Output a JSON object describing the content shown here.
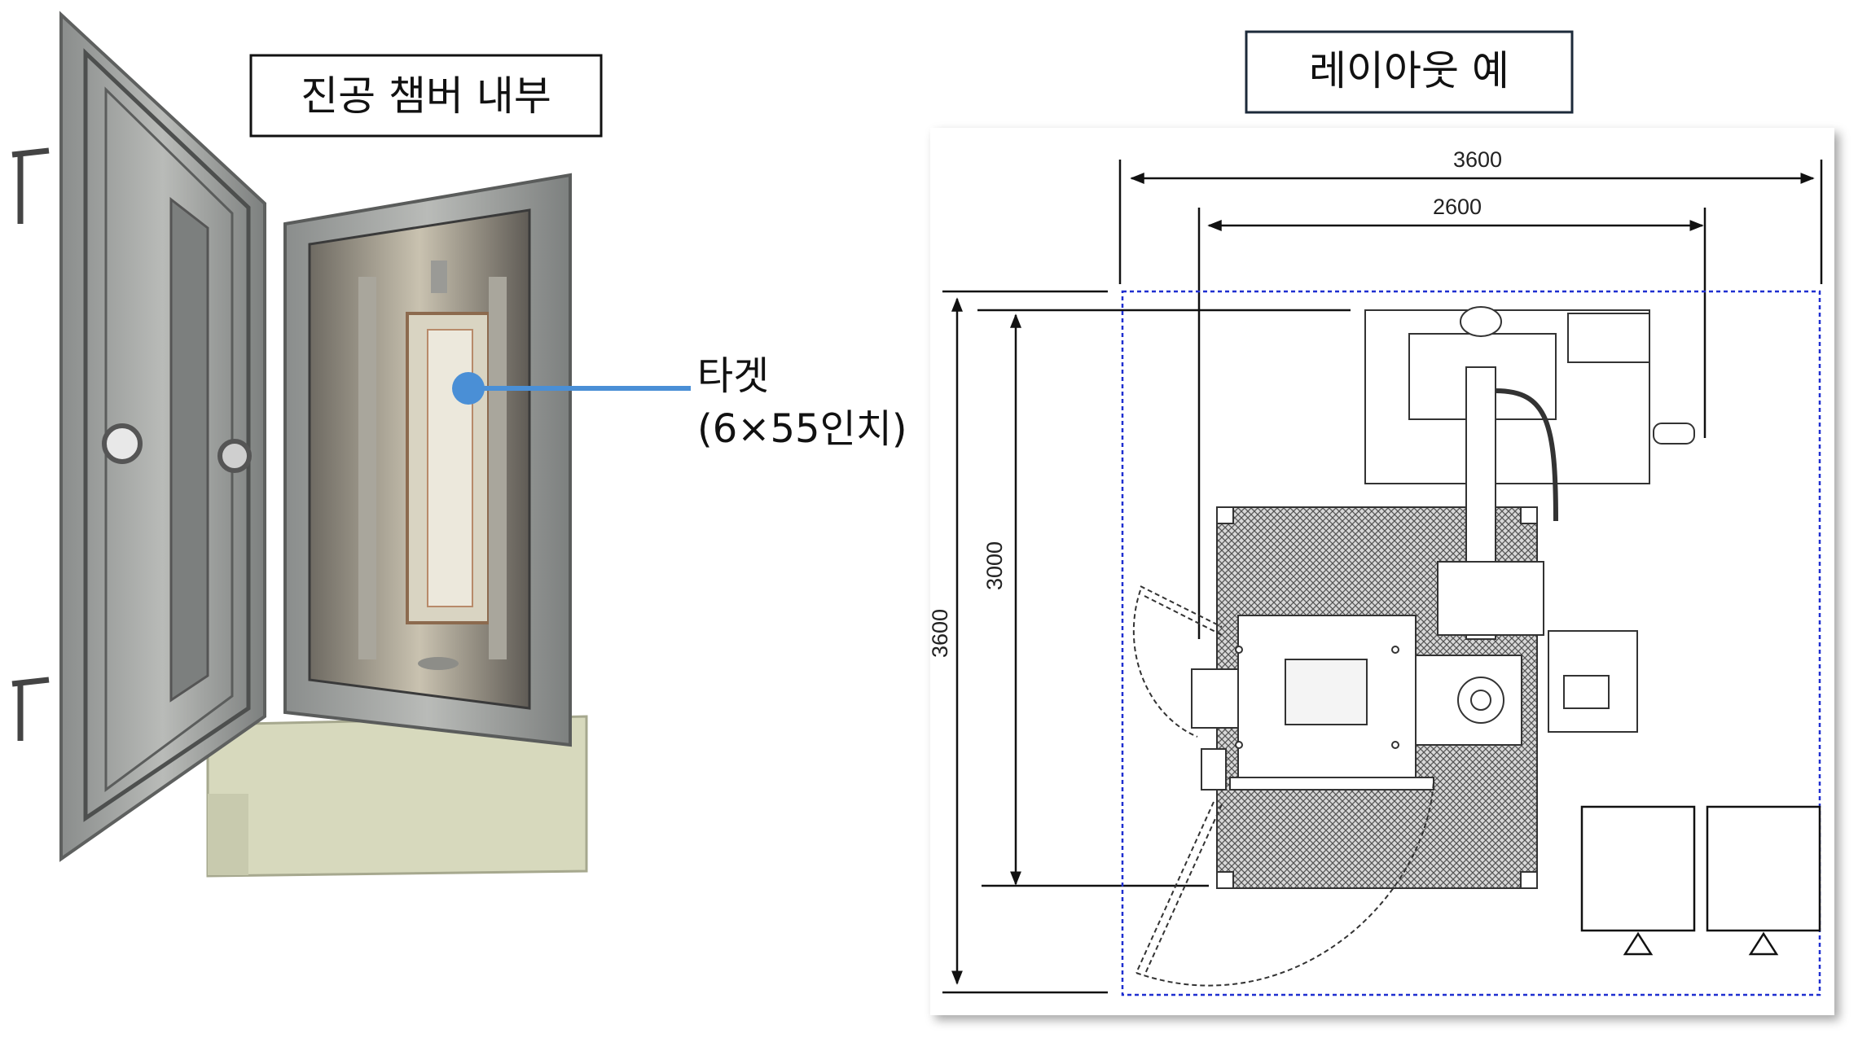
{
  "left_panel": {
    "title": "진공 챔버 내부",
    "callout_line1": "타겟",
    "callout_line2": "(6×55인치)",
    "callout_color": "#4a8fd6"
  },
  "right_panel": {
    "title": "레이아웃 예",
    "dimensions": {
      "top_outer": "3600",
      "top_inner": "2600",
      "left_outer": "3600",
      "left_inner": "3000"
    },
    "boundary_color": "#1f2fd0"
  }
}
